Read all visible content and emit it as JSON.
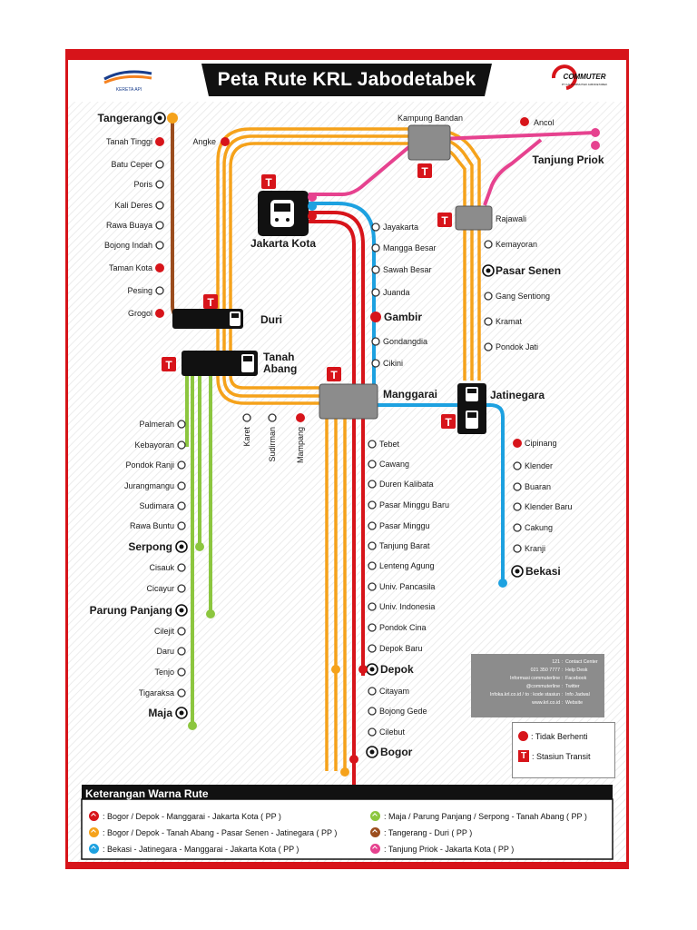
{
  "header": {
    "title": "Peta Rute KRL Jabodetabek",
    "logo_left_text": "KERETA API",
    "logo_right_text": "COMMUTER",
    "logo_right_sub": "PT KAI COMMUTER JABODETABEK"
  },
  "lines": {
    "colors": {
      "red": "#d7141a",
      "orange": "#f5a21b",
      "blue": "#1da1e0",
      "green": "#8cc63f",
      "brown": "#9b4d1e",
      "pink": "#e6428f"
    }
  },
  "stations": {
    "tangerang": "Tangerang",
    "tanah_tinggi": "Tanah Tinggi",
    "batu_ceper": "Batu Ceper",
    "poris": "Poris",
    "kali_deres": "Kali Deres",
    "rawa_buaya": "Rawa Buaya",
    "bojong_indah": "Bojong Indah",
    "taman_kota": "Taman Kota",
    "pesing": "Pesing",
    "grogol": "Grogol",
    "angke": "Angke",
    "duri": "Duri",
    "tanah_abang_1": "Tanah",
    "tanah_abang_2": "Abang",
    "kampung_bandan": "Kampung Bandan",
    "ancol": "Ancol",
    "tanjung_priok": "Tanjung Priok",
    "jakarta_kota": "Jakarta Kota",
    "jayakarta": "Jayakarta",
    "mangga_besar": "Mangga Besar",
    "sawah_besar": "Sawah Besar",
    "juanda": "Juanda",
    "gambir": "Gambir",
    "gondangdia": "Gondangdia",
    "cikini": "Cikini",
    "manggarai": "Manggarai",
    "rajawali": "Rajawali",
    "kemayoran": "Kemayoran",
    "pasar_senen": "Pasar Senen",
    "gang_sentiong": "Gang Sentiong",
    "kramat": "Kramat",
    "pondok_jati": "Pondok Jati",
    "jatinegara": "Jatinegara",
    "karet": "Karet",
    "sudirman": "Sudirman",
    "mampang": "Mampang",
    "palmerah": "Palmerah",
    "kebayoran": "Kebayoran",
    "pondok_ranji": "Pondok Ranji",
    "jurangmangu": "Jurangmangu",
    "sudimara": "Sudimara",
    "rawa_buntu": "Rawa Buntu",
    "serpong": "Serpong",
    "cisauk": "Cisauk",
    "cicayur": "Cicayur",
    "parung_panjang": "Parung Panjang",
    "cilejit": "Cilejit",
    "daru": "Daru",
    "tenjo": "Tenjo",
    "tigaraksa": "Tigaraksa",
    "maja": "Maja",
    "tebet": "Tebet",
    "cawang": "Cawang",
    "duren_kalibata": "Duren Kalibata",
    "pasar_minggu_baru": "Pasar Minggu Baru",
    "pasar_minggu": "Pasar Minggu",
    "tanjung_barat": "Tanjung Barat",
    "lenteng_agung": "Lenteng Agung",
    "univ_pancasila": "Univ. Pancasila",
    "univ_indonesia": "Univ. Indonesia",
    "pondok_cina": "Pondok Cina",
    "depok_baru": "Depok Baru",
    "depok": "Depok",
    "citayam": "Citayam",
    "bojong_gede": "Bojong Gede",
    "cilebut": "Cilebut",
    "bogor": "Bogor",
    "cipinang": "Cipinang",
    "klender": "Klender",
    "buaran": "Buaran",
    "klender_baru": "Klender Baru",
    "cakung": "Cakung",
    "kranji": "Kranji",
    "bekasi": "Bekasi"
  },
  "contact": {
    "rows": [
      {
        "left": "121 :",
        "right": "Contact Center"
      },
      {
        "left": "021 350 7777 :",
        "right": "Help Desk"
      },
      {
        "left": "Informasi commuterline :",
        "right": "Facebook"
      },
      {
        "left": "@commuterline :",
        "right": "Twitter"
      },
      {
        "left": "Infoka.krl.co.id / to : kode stasiun :",
        "right": "Info Jadwal"
      },
      {
        "left": "www.krl.co.id :",
        "right": "Website"
      }
    ]
  },
  "key": {
    "not_stop": ": Tidak Berhenti",
    "transit": ": Stasiun Transit",
    "transit_letter": "T"
  },
  "legend": {
    "heading": "Keterangan Warna Rute",
    "items": [
      {
        "color": "#d7141a",
        "text": ": Bogor / Depok - Manggarai - Jakarta Kota ( PP )"
      },
      {
        "color": "#f5a21b",
        "text": ": Bogor / Depok - Tanah Abang - Pasar Senen - Jatinegara ( PP )"
      },
      {
        "color": "#1da1e0",
        "text": ": Bekasi - Jatinegara - Manggarai - Jakarta Kota ( PP )"
      },
      {
        "color": "#8cc63f",
        "text": ": Maja / Parung Panjang / Serpong - Tanah Abang ( PP )"
      },
      {
        "color": "#9b4d1e",
        "text": ": Tangerang - Duri ( PP )"
      },
      {
        "color": "#e6428f",
        "text": ": Tanjung Priok - Jakarta Kota ( PP )"
      }
    ]
  }
}
